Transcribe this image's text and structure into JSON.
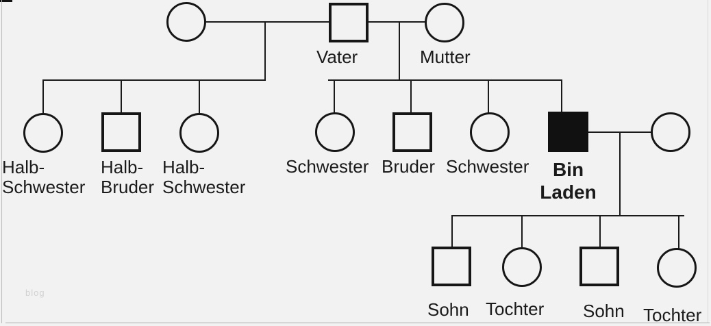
{
  "diagram_title": "Bin Laden Stammbaum (family pedigree chart)",
  "labels": {
    "vater": "Vater",
    "mutter": "Mutter",
    "halb_schwester_1": "Halb-\nSchwester",
    "halb_bruder": "Halb-\nBruder",
    "halb_schwester_2": "Halb-\nSchwester",
    "schwester_1": "Schwester",
    "bruder": "Bruder",
    "schwester_2": "Schwester",
    "bin_laden": "Bin\nLaden",
    "sohn_1": "Sohn",
    "tochter_1": "Tochter",
    "sohn_2": "Sohn",
    "tochter_2": "Tochter"
  },
  "watermark": "blog",
  "colors": {
    "background": "#f2f2f2",
    "line": "#1a1a1a",
    "filled_node": "#111111",
    "watermark": "#d2d2d2"
  },
  "nodes": [
    {
      "id": "first-wife",
      "generation": 1,
      "shape": "circle",
      "filled": false,
      "label": ""
    },
    {
      "id": "vater",
      "generation": 1,
      "shape": "square",
      "filled": false,
      "label": "Vater"
    },
    {
      "id": "mutter",
      "generation": 1,
      "shape": "circle",
      "filled": false,
      "label": "Mutter"
    },
    {
      "id": "halb-schwester-1",
      "generation": 2,
      "shape": "circle",
      "filled": false,
      "label": "Halb-Schwester"
    },
    {
      "id": "halb-bruder",
      "generation": 2,
      "shape": "square",
      "filled": false,
      "label": "Halb-Bruder"
    },
    {
      "id": "halb-schwester-2",
      "generation": 2,
      "shape": "circle",
      "filled": false,
      "label": "Halb-Schwester"
    },
    {
      "id": "schwester-1",
      "generation": 2,
      "shape": "circle",
      "filled": false,
      "label": "Schwester"
    },
    {
      "id": "bruder",
      "generation": 2,
      "shape": "square",
      "filled": false,
      "label": "Bruder"
    },
    {
      "id": "schwester-2",
      "generation": 2,
      "shape": "circle",
      "filled": false,
      "label": "Schwester"
    },
    {
      "id": "bin-laden",
      "generation": 2,
      "shape": "square",
      "filled": true,
      "label": "Bin Laden"
    },
    {
      "id": "bin-laden-wife",
      "generation": 2,
      "shape": "circle",
      "filled": false,
      "label": ""
    },
    {
      "id": "sohn-1",
      "generation": 3,
      "shape": "square",
      "filled": false,
      "label": "Sohn"
    },
    {
      "id": "tochter-1",
      "generation": 3,
      "shape": "circle",
      "filled": false,
      "label": "Tochter"
    },
    {
      "id": "sohn-2",
      "generation": 3,
      "shape": "square",
      "filled": false,
      "label": "Sohn"
    },
    {
      "id": "tochter-2",
      "generation": 3,
      "shape": "circle",
      "filled": false,
      "label": "Tochter"
    }
  ]
}
